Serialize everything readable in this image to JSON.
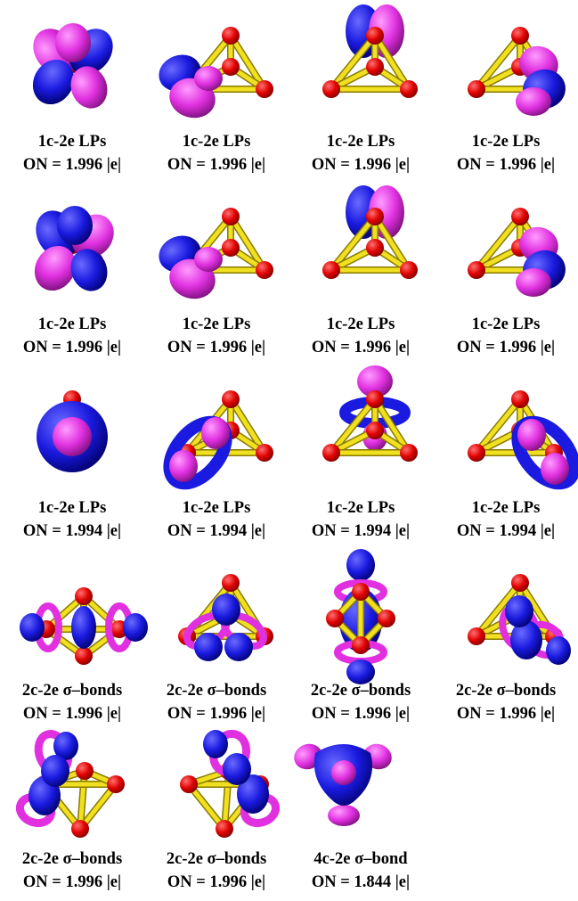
{
  "grid": {
    "rows": [
      [
        {
          "type": "1c-2e LPs",
          "occ": "ON = 1.996 |e|",
          "view": "top",
          "orb": "lp-top-a"
        },
        {
          "type": "1c-2e LPs",
          "occ": "ON = 1.996 |e|",
          "view": "side",
          "orb": "lp-left"
        },
        {
          "type": "1c-2e LPs",
          "occ": "ON = 1.996 |e|",
          "view": "side",
          "orb": "lp-apex"
        },
        {
          "type": "1c-2e LPs",
          "occ": "ON = 1.996 |e|",
          "view": "side",
          "orb": "lp-right"
        }
      ],
      [
        {
          "type": "1c-2e LPs",
          "occ": "ON = 1.996 |e|",
          "view": "top",
          "orb": "lp-top-b"
        },
        {
          "type": "1c-2e LPs",
          "occ": "ON = 1.996 |e|",
          "view": "side",
          "orb": "lp-left"
        },
        {
          "type": "1c-2e LPs",
          "occ": "ON = 1.996 |e|",
          "view": "side",
          "orb": "lp-apex"
        },
        {
          "type": "1c-2e LPs",
          "occ": "ON = 1.996 |e|",
          "view": "side",
          "orb": "lp-right"
        }
      ],
      [
        {
          "type": "1c-2e LPs",
          "occ": "ON = 1.994 |e|",
          "view": "top",
          "orb": "lp-ring"
        },
        {
          "type": "1c-2e LPs",
          "occ": "ON = 1.994 |e|",
          "view": "side",
          "orb": "lp-left-ring"
        },
        {
          "type": "1c-2e LPs",
          "occ": "ON = 1.994 |e|",
          "view": "side",
          "orb": "lp-apex-ring"
        },
        {
          "type": "1c-2e LPs",
          "occ": "ON = 1.994 |e|",
          "view": "side",
          "orb": "lp-right-ring"
        }
      ],
      [
        {
          "type": "2c-2e σ–bonds",
          "occ": "ON = 1.996 |e|",
          "view": "rhomb",
          "orb": "bond-side-pair"
        },
        {
          "type": "2c-2e σ–bonds",
          "occ": "ON = 1.996 |e|",
          "view": "side",
          "orb": "bond-front"
        },
        {
          "type": "2c-2e σ–bonds",
          "occ": "ON = 1.996 |e|",
          "view": "vertical",
          "orb": "bond-vertical"
        },
        {
          "type": "2c-2e σ–bonds",
          "occ": "ON = 1.996 |e|",
          "view": "side",
          "orb": "bond-right"
        }
      ],
      [
        {
          "type": "2c-2e σ–bonds",
          "occ": "ON = 1.996 |e|",
          "view": "inverted",
          "orb": "bond-inv-left"
        },
        {
          "type": "2c-2e σ–bonds",
          "occ": "ON = 1.996 |e|",
          "view": "inverted",
          "orb": "bond-inv-right"
        },
        {
          "type": "4c-2e σ–bond",
          "occ": "ON = 1.844 |e|",
          "view": "none",
          "orb": "tetra-bond"
        }
      ]
    ]
  },
  "colors": {
    "atom": "#e00000",
    "bond": "#f0e020",
    "positive": "#1a1ae0",
    "negative": "#e030e0"
  }
}
